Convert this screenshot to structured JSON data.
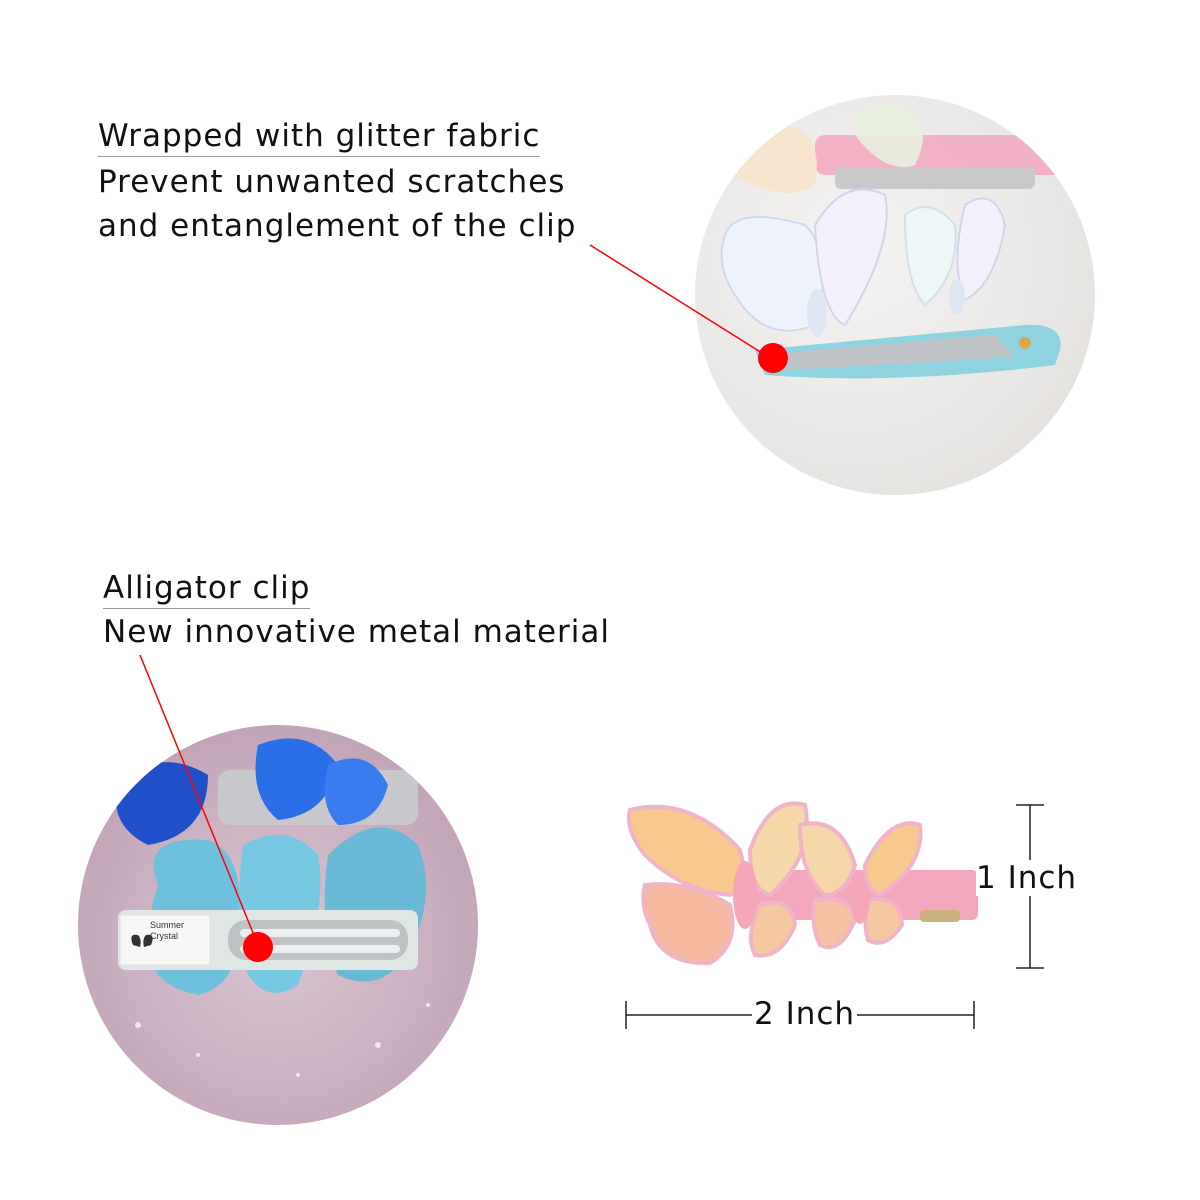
{
  "callout_top": {
    "heading": "Wrapped with glitter fabric",
    "line1": "Prevent unwanted scratches",
    "line2": "and entanglement of the clip"
  },
  "callout_bottom": {
    "heading": "Alligator clip",
    "line1": "New innovative metal material"
  },
  "clip_label": {
    "line1": "Summer",
    "line2": "Crystal"
  },
  "dimensions": {
    "height": "1 Inch",
    "width": "2 Inch"
  },
  "colors": {
    "pointer": "#ff0000",
    "glitter_blue": "#8fd3e0",
    "glitter_pink": "#f2a7bd",
    "felt_blue": "#6ec1dd"
  }
}
